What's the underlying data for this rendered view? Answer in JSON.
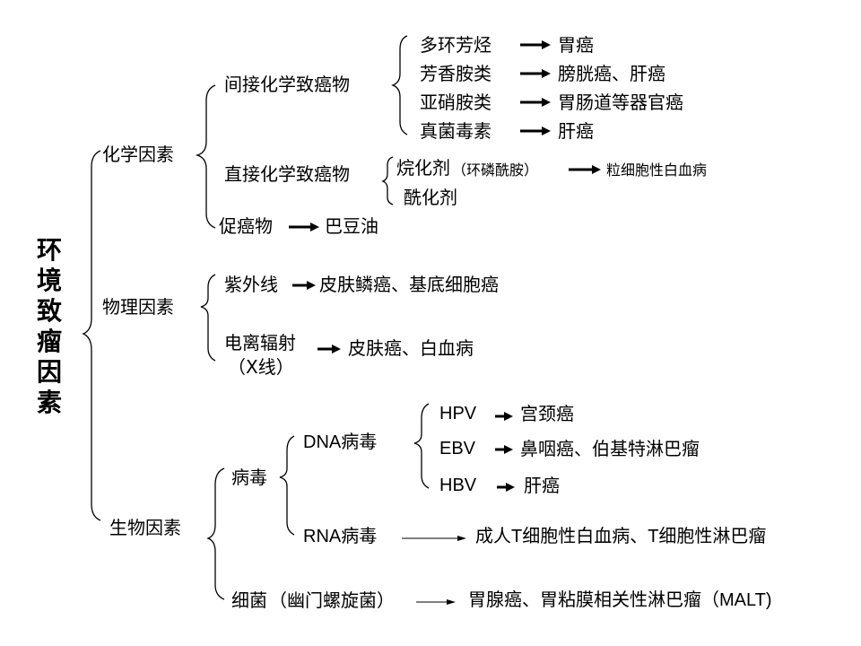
{
  "root": {
    "label": "环境致瘤因素"
  },
  "chemical": {
    "label": "化学因素",
    "indirect": {
      "label": "间接化学致癌物",
      "items": [
        {
          "agent": "多环芳烃",
          "cancer": "胃癌"
        },
        {
          "agent": "芳香胺类",
          "cancer": "膀胱癌、肝癌"
        },
        {
          "agent": "亚硝胺类",
          "cancer": "胃肠道等器官癌"
        },
        {
          "agent": "真菌毒素",
          "cancer": "肝癌"
        }
      ]
    },
    "direct": {
      "label": "直接化学致癌物",
      "items": [
        {
          "agent": "烷化剂",
          "note": "（环磷酰胺）",
          "cancer": "粒细胞性白血病"
        },
        {
          "agent": "酰化剂"
        }
      ]
    },
    "promoter": {
      "label": "促癌物",
      "result": "巴豆油"
    }
  },
  "physical": {
    "label": "物理因素",
    "uv": {
      "label": "紫外线",
      "result": "皮肤鳞癌、基底细胞癌"
    },
    "radiation": {
      "label": "电离辐射",
      "sub": "（X线）",
      "result": "皮肤癌、白血病"
    }
  },
  "biological": {
    "label": "生物因素",
    "virus": {
      "label": "病毒",
      "dna": {
        "label": "DNA病毒",
        "items": [
          {
            "name": "HPV",
            "cancer": "宫颈癌"
          },
          {
            "name": "EBV",
            "cancer": "鼻咽癌、伯基特淋巴瘤"
          },
          {
            "name": "HBV",
            "cancer": "肝癌"
          }
        ]
      },
      "rna": {
        "label": "RNA病毒",
        "result": "成人T细胞性白血病、T细胞性淋巴瘤"
      }
    },
    "bacteria": {
      "label": "细菌",
      "note": "（幽门螺旋菌）",
      "result": "胃腺癌、胃粘膜相关性淋巴瘤（MALT)"
    }
  }
}
